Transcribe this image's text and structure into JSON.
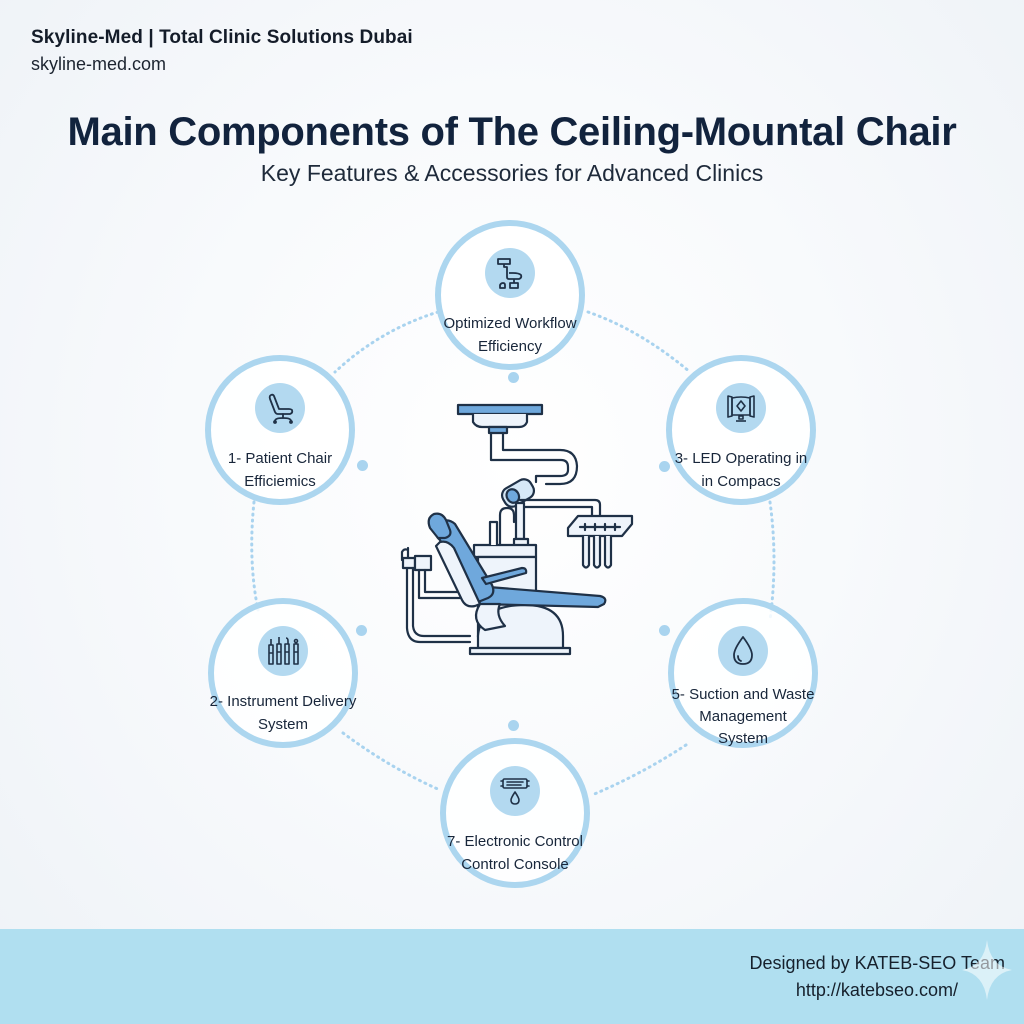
{
  "header": {
    "brand_name": "Skyline-Med | Total Clinic Solutions Dubai",
    "brand_url": "skyline-med.com"
  },
  "title": "Main Components of The Ceiling-Mountal Chair",
  "subtitle": "Key Features & Accessories for Advanced Clinics",
  "center_illustration": "dental-chair-illustration",
  "nodes": [
    {
      "id": "top",
      "icon": "dental-chair-outline-icon",
      "label_lines": [
        "Optimized Workflow",
        "Efficiency"
      ]
    },
    {
      "id": "left-top",
      "icon": "office-chair-icon",
      "label_lines": [
        "1- Patient Chair",
        "Efficiemics"
      ]
    },
    {
      "id": "right-top",
      "icon": "led-monitor-icon",
      "label_lines": [
        "3- LED Operating in",
        "in Compacs"
      ]
    },
    {
      "id": "left-bottom",
      "icon": "dental-instruments-icon",
      "label_lines": [
        "2- Instrument Delivery",
        "System"
      ]
    },
    {
      "id": "right-bottom",
      "icon": "water-drop-icon",
      "label_lines": [
        "5- Suction and Waste",
        "Management",
        "System"
      ]
    },
    {
      "id": "bottom",
      "icon": "control-console-drip-icon",
      "label_lines": [
        "7- Electronic Control",
        "Control Console"
      ]
    }
  ],
  "footer": {
    "credit": "Designed by KATEB-SEO Team",
    "url": "http://katebseo.com/"
  },
  "colors": {
    "accent": "#acd6ef",
    "icon_bg": "#b3d9f0",
    "title": "#12233d",
    "footer_bg": "#b0dff0",
    "chair_blue": "#5b9bd5",
    "outline": "#1f3147"
  }
}
